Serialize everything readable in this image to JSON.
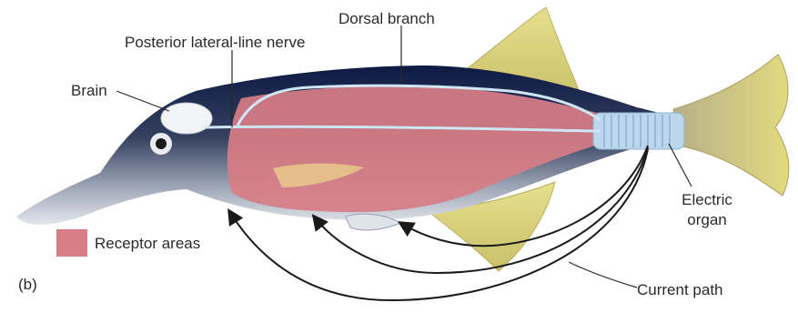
{
  "labels": {
    "dorsal_branch": "Dorsal branch",
    "posterior_nerve": "Posterior lateral-line nerve",
    "brain": "Brain",
    "electric_organ_line1": "Electric",
    "electric_organ_line2": "organ",
    "receptor_areas": "Receptor areas",
    "current_path": "Current path",
    "panel": "(b)"
  },
  "colors": {
    "receptor": "#d77d86",
    "body_dark": "#1e2a52",
    "fin": "#d9d27a",
    "nerve": "#cfe6f5",
    "arrow": "#1a1a1a"
  }
}
